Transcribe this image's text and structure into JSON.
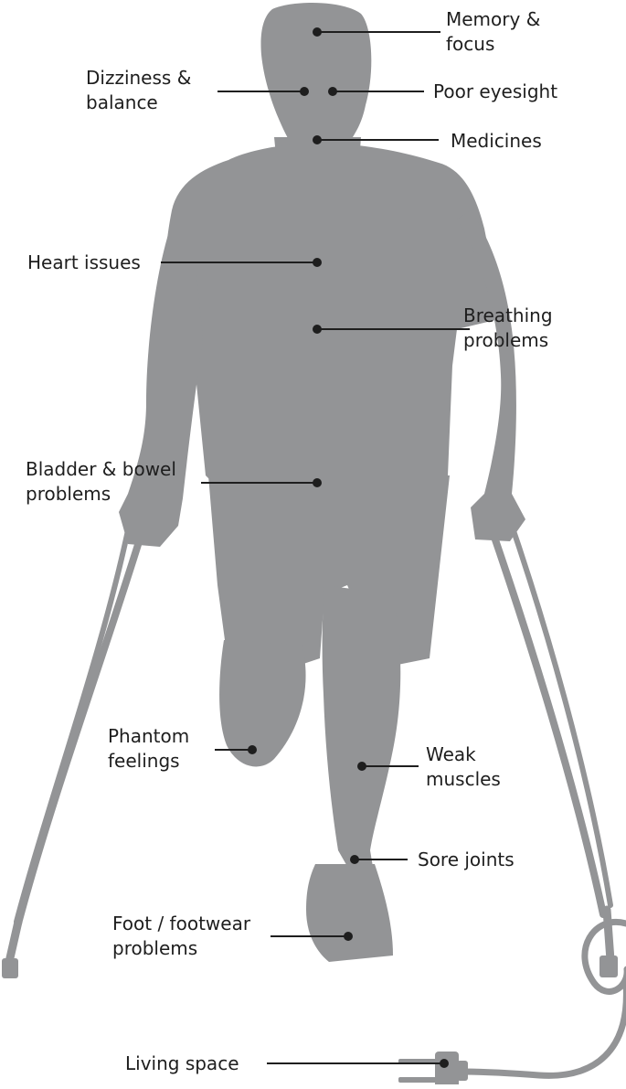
{
  "labels": {
    "memory": [
      "Memory &",
      "focus"
    ],
    "dizziness": [
      "Dizziness &",
      "balance"
    ],
    "eyesight": [
      "Poor eyesight"
    ],
    "medicines": [
      "Medicines"
    ],
    "heart": [
      "Heart issues"
    ],
    "breathing": [
      "Breathing",
      "problems"
    ],
    "bladder": [
      "Bladder & bowel",
      "problems"
    ],
    "phantom": [
      "Phantom",
      "feelings"
    ],
    "muscles": [
      "Weak",
      "muscles"
    ],
    "joints": [
      "Sore joints"
    ],
    "foot": [
      "Foot / footwear",
      "problems"
    ],
    "living": [
      "Living space"
    ]
  },
  "icons": {
    "figure": "amputee-on-crutches-silhouette-icon",
    "plug": "electric-plug-icon"
  },
  "colors": {
    "silhouette": "#939496",
    "text": "#1e1e1e",
    "background": "#ffffff"
  }
}
